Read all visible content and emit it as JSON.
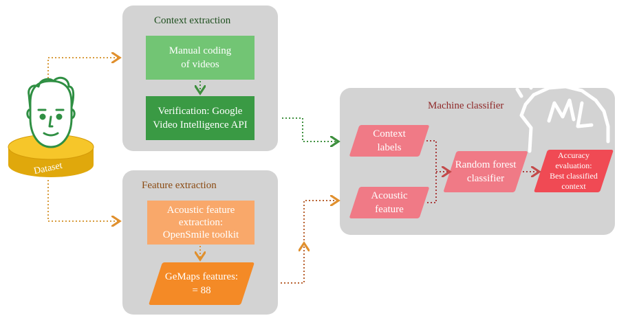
{
  "dataset_label": "Dataset",
  "context_panel": {
    "title": "Context extraction",
    "manual_coding": "Manual coding\nof videos",
    "verification": "Verification: Google\nVideo Intelligence API"
  },
  "feature_panel": {
    "title": "Feature extraction",
    "acoustic_extraction": "Acoustic feature\nextraction:\nOpenSmile toolkit",
    "gemaps": "GeMaps features:\n= 88"
  },
  "classifier_panel": {
    "title": "Machine classifier",
    "context_labels": "Context\nlabels",
    "acoustic_feature": "Acoustic\nfeature",
    "random_forest": "Random forest\nclassifier",
    "accuracy": "Accuracy\nevaluation:\nBest classified\ncontext"
  },
  "colors": {
    "panel": "#d3d3d3",
    "light_green": "#72c574",
    "dark_green": "#3a9a44",
    "light_orange": "#f9a86a",
    "orange": "#f48a26",
    "pink": "#f07a86",
    "red": "#f04a54",
    "green_arrow": "#3d8f3d",
    "brown_arrow": "#b8602e",
    "red_arrow": "#b53a3a",
    "dataset_gold": "#f0bc1a",
    "face_green": "#2f8f43"
  }
}
